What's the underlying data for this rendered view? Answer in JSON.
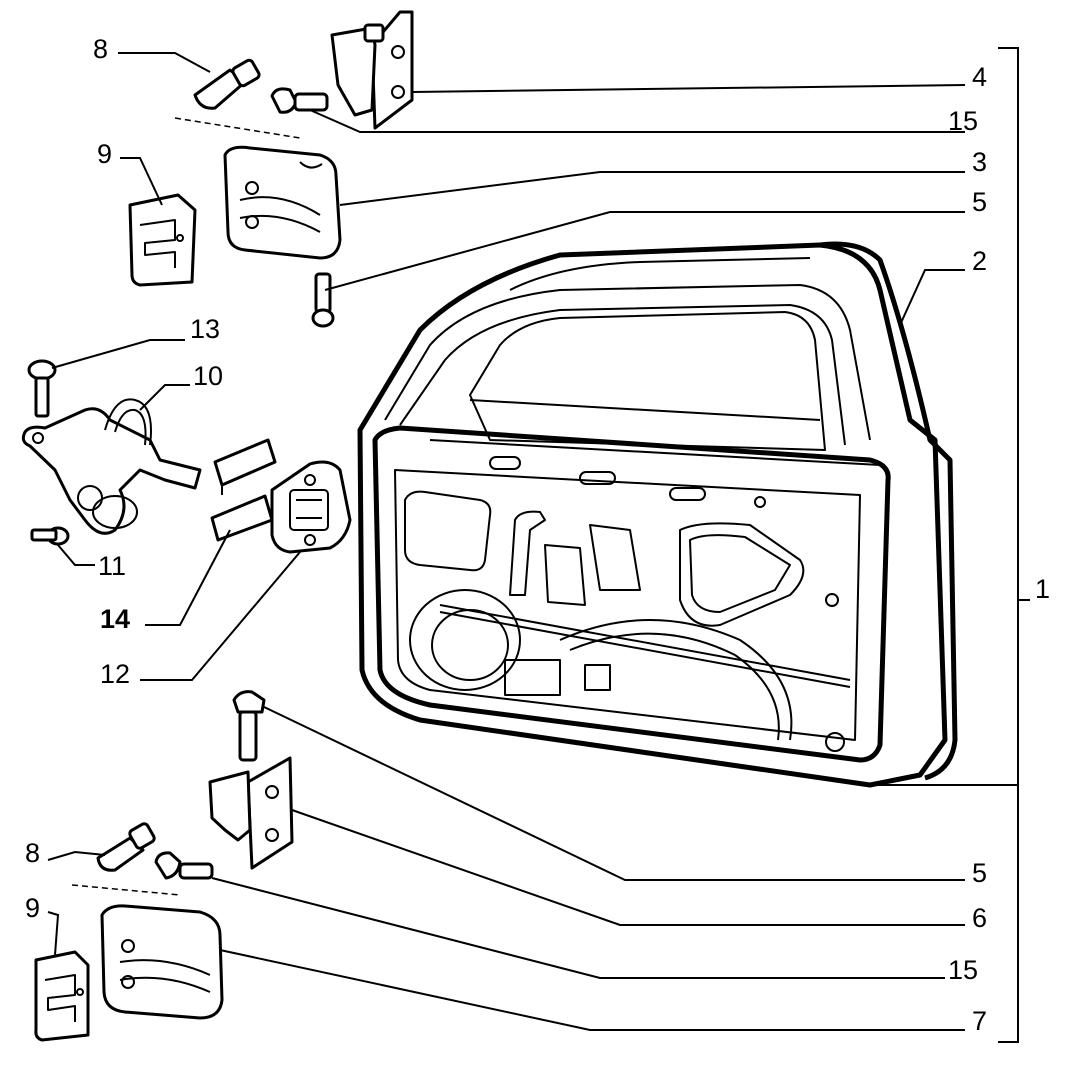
{
  "callouts": [
    {
      "id": "c8a",
      "label": "8"
    },
    {
      "id": "c4",
      "label": "4"
    },
    {
      "id": "c15a",
      "label": "15"
    },
    {
      "id": "c9a",
      "label": "9"
    },
    {
      "id": "c3",
      "label": "3"
    },
    {
      "id": "c5a",
      "label": "5"
    },
    {
      "id": "c2",
      "label": "2"
    },
    {
      "id": "c13",
      "label": "13"
    },
    {
      "id": "c10",
      "label": "10"
    },
    {
      "id": "c11",
      "label": "11"
    },
    {
      "id": "c14",
      "label": "14"
    },
    {
      "id": "c12",
      "label": "12"
    },
    {
      "id": "c1",
      "label": "1"
    },
    {
      "id": "c5b",
      "label": "5"
    },
    {
      "id": "c8b",
      "label": "8"
    },
    {
      "id": "c6",
      "label": "6"
    },
    {
      "id": "c9b",
      "label": "9"
    },
    {
      "id": "c15b",
      "label": "15"
    },
    {
      "id": "c7",
      "label": "7"
    }
  ]
}
